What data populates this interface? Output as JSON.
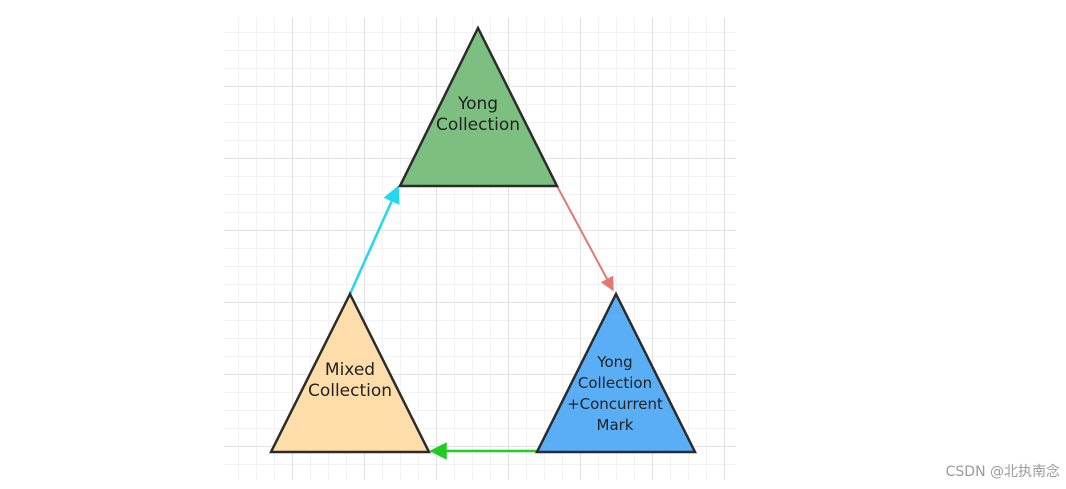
{
  "diagram": {
    "nodes": [
      {
        "id": "young",
        "lines": [
          "Yong",
          "Collection"
        ],
        "fill": "#7dbf80"
      },
      {
        "id": "concurrent",
        "lines": [
          "Yong",
          "Collection",
          "+Concurrent",
          "Mark"
        ],
        "fill": "#5aaef5"
      },
      {
        "id": "mixed",
        "lines": [
          "Mixed",
          "Collection"
        ],
        "fill": "#fddeaa"
      }
    ],
    "edges": [
      {
        "from": "young",
        "to": "concurrent",
        "color": "#e07a72"
      },
      {
        "from": "concurrent",
        "to": "mixed",
        "color": "#1fcc1f"
      },
      {
        "from": "mixed",
        "to": "young",
        "color": "#22d8f0"
      }
    ],
    "outline_color": "#2b2b2b"
  },
  "watermark": {
    "text": "CSDN @北执南念"
  }
}
